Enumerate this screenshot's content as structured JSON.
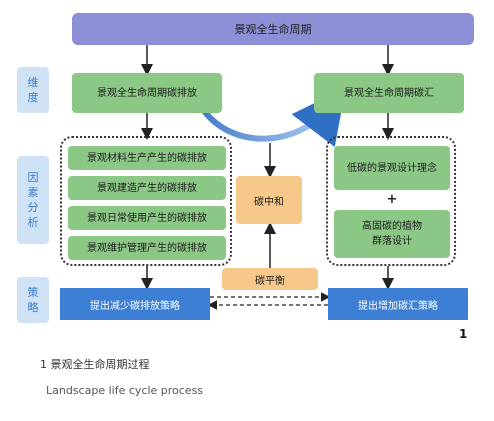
{
  "diagram": {
    "top_title": "景观全生命周期",
    "side_labels": {
      "dimension": [
        "维",
        "度"
      ],
      "factor_analysis": [
        "因",
        "素",
        "分",
        "析"
      ],
      "strategy": [
        "策",
        "略"
      ]
    },
    "emission_box": "景观全生命周期碳排放",
    "sink_box": "景观全生命周期碳汇",
    "emission_factors": [
      "景观材料生产产生的碳排放",
      "景观建造产生的碳排放",
      "景观日常使用产生的碳排放",
      "景观维护管理产生的碳排放"
    ],
    "sink_factors": {
      "first": "低碳的景观设计理念",
      "plus": "+",
      "second_line1": "高固碳的植物",
      "second_line2": "群落设计"
    },
    "carbon_neutral": "碳中和",
    "carbon_balance": "碳平衡",
    "strategy_left": "提出减少碳排放策略",
    "strategy_right": "提出增加碳汇策略",
    "figure_number": "1"
  },
  "caption": {
    "cn": "1 景观全生命周期过程",
    "en": "Landscape life cycle process"
  },
  "colors": {
    "title_bar": "#8c8fd6",
    "green_box": "#8bc886",
    "orange_box": "#f6c98a",
    "blue_box": "#3d7fd4",
    "side_label_bg": "#cfe2f6",
    "side_label_text": "#3d7fc6"
  }
}
